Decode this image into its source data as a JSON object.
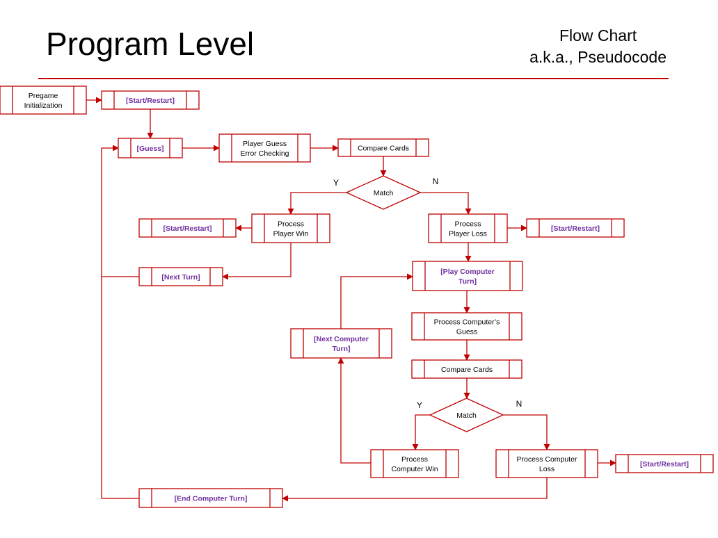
{
  "slide": {
    "title": "Program Level",
    "subtitle_line1": "Flow Chart",
    "subtitle_line2": "a.k.a., Pseudocode"
  },
  "colors": {
    "accent": "#c00000",
    "reference_text": "#7030a0"
  },
  "nodes": {
    "pregame": {
      "lines": [
        "Pregame",
        "Initialization"
      ]
    },
    "start1": {
      "lines": [
        "[Start/Restart]"
      ]
    },
    "guess": {
      "lines": [
        "[Guess]"
      ]
    },
    "player_guess": {
      "lines": [
        "Player Guess",
        "Error Checking"
      ]
    },
    "compare1": {
      "lines": [
        "Compare Cards"
      ]
    },
    "match1": {
      "lines": [
        "Match"
      ]
    },
    "yes1": {
      "lines": [
        "Y"
      ]
    },
    "no1": {
      "lines": [
        "N"
      ]
    },
    "start2": {
      "lines": [
        "[Start/Restart]"
      ]
    },
    "player_win": {
      "lines": [
        "Process",
        "Player Win"
      ]
    },
    "player_loss": {
      "lines": [
        "Process",
        "Player Loss"
      ]
    },
    "start3": {
      "lines": [
        "[Start/Restart]"
      ]
    },
    "next_turn": {
      "lines": [
        "[Next Turn]"
      ]
    },
    "play_comp": {
      "lines": [
        "[Play Computer",
        "Turn]"
      ]
    },
    "comp_guess": {
      "lines": [
        "Process Computer’s",
        "Guess"
      ]
    },
    "next_comp": {
      "lines": [
        "[Next Computer",
        "Turn]"
      ]
    },
    "compare2": {
      "lines": [
        "Compare Cards"
      ]
    },
    "match2": {
      "lines": [
        "Match"
      ]
    },
    "yes2": {
      "lines": [
        "Y"
      ]
    },
    "no2": {
      "lines": [
        "N"
      ]
    },
    "comp_win": {
      "lines": [
        "Process",
        "Computer Win"
      ]
    },
    "comp_loss": {
      "lines": [
        "Process Computer",
        "Loss"
      ]
    },
    "start4": {
      "lines": [
        "[Start/Restart]"
      ]
    },
    "end_comp": {
      "lines": [
        "[End Computer Turn]"
      ]
    }
  }
}
